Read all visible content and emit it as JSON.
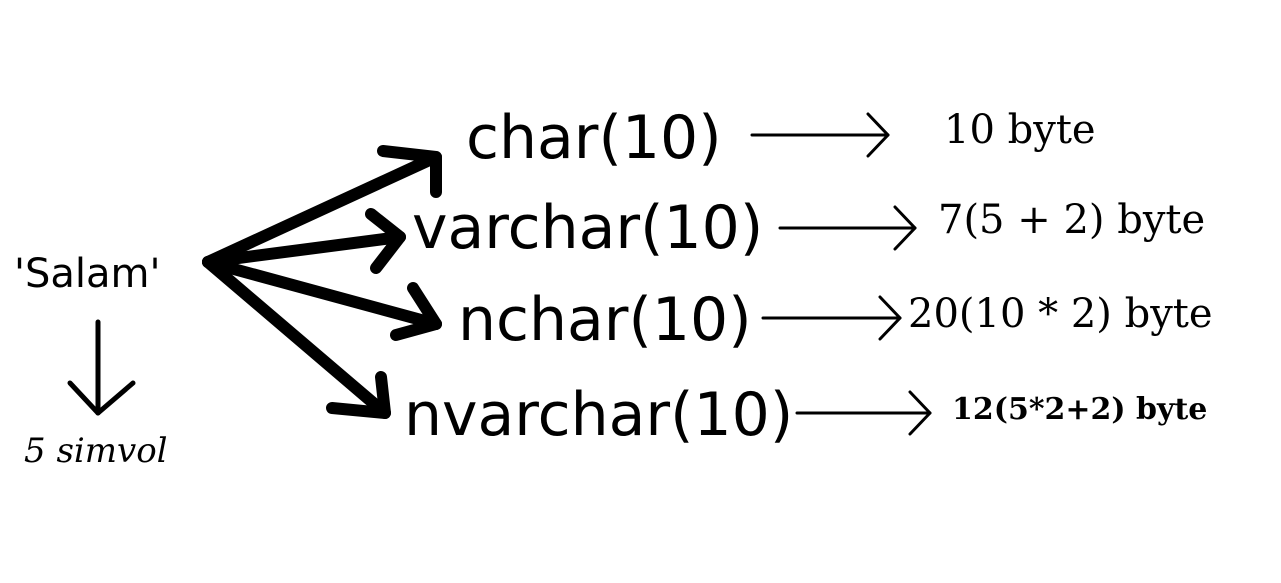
{
  "diagram": {
    "source": {
      "label": "'Salam'",
      "note": "5 simvol"
    },
    "rows": [
      {
        "type": "char(10)",
        "size": "10 byte"
      },
      {
        "type": "varchar(10)",
        "size": "7(5 + 2) byte"
      },
      {
        "type": "nchar(10)",
        "size": "20(10 * 2) byte"
      },
      {
        "type": "nvarchar(10)",
        "size": "12(5*2+2) byte"
      }
    ],
    "colors": {
      "ink": "#000000",
      "background": "#ffffff"
    }
  }
}
